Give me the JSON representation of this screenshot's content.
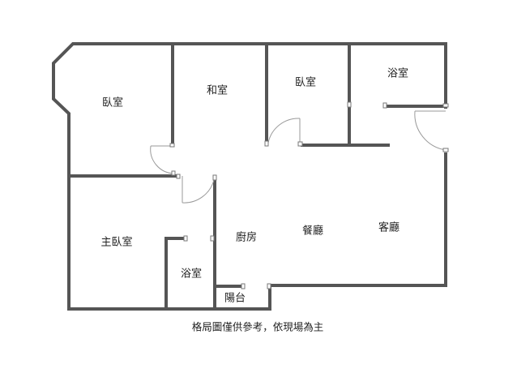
{
  "rooms": {
    "bedroom_west": "臥室",
    "japanese_room": "和室",
    "bedroom_north": "臥室",
    "bathroom_ne": "浴室",
    "master_bedroom": "主臥室",
    "bathroom_sw": "浴室",
    "kitchen": "廚房",
    "dining": "餐廳",
    "living": "客廳",
    "balcony": "陽台"
  },
  "caption": "格局圖僅供參考，依現場為主",
  "colors": {
    "wall": "#555555",
    "door_arc": "#9a9a9a",
    "background": "#ffffff",
    "text": "#222222"
  }
}
